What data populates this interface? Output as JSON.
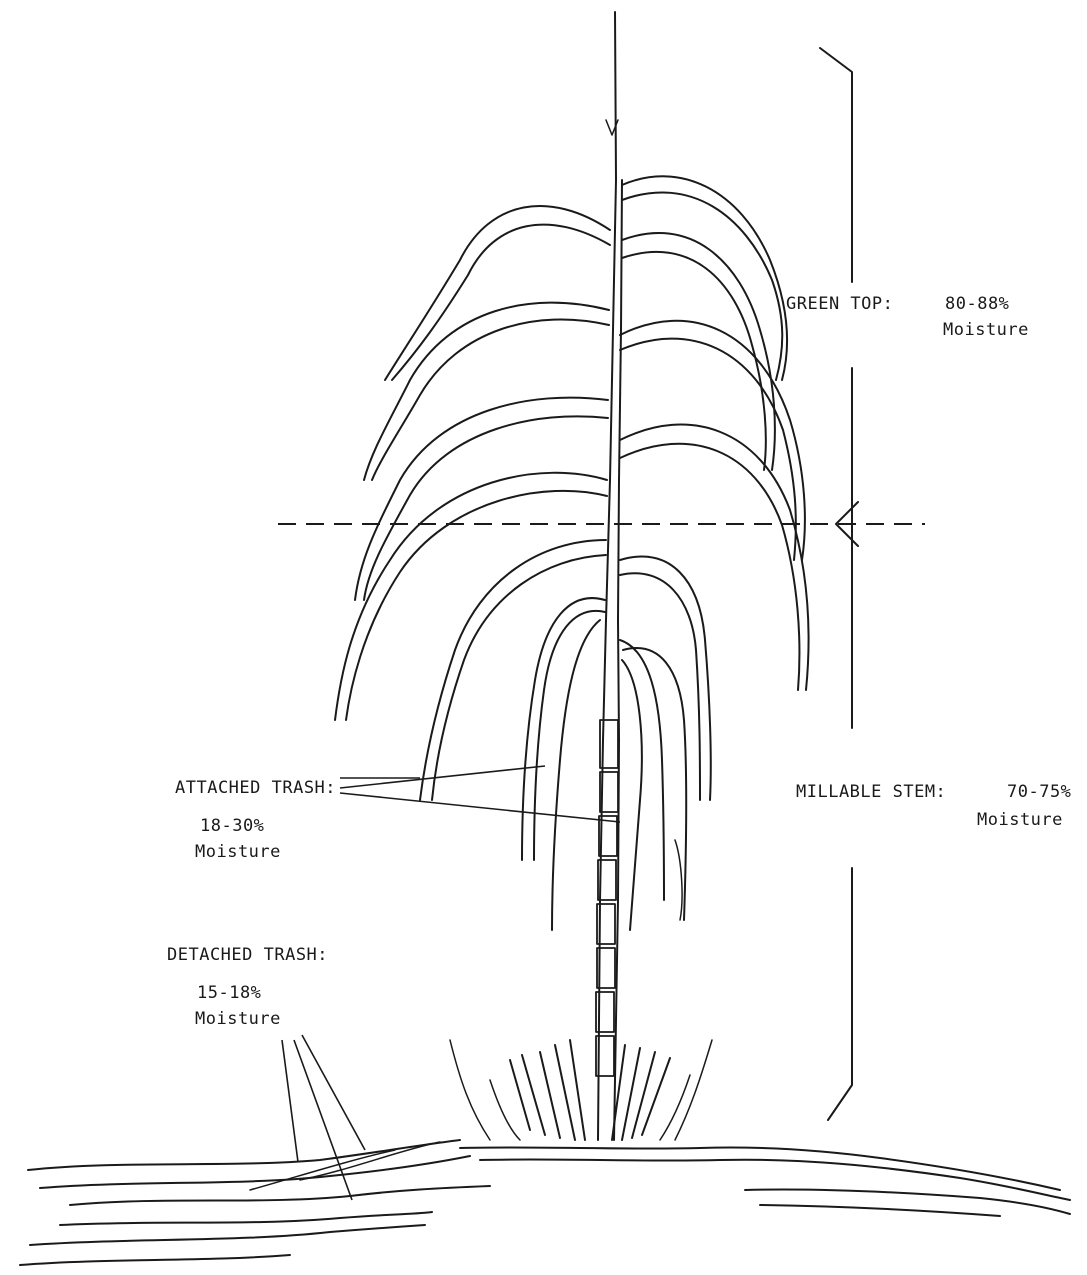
{
  "labels": {
    "green_top": {
      "name": "GREEN TOP:",
      "range": "80-88%",
      "unit": "Moisture"
    },
    "millable_stem": {
      "name": "MILLABLE STEM:",
      "range": "70-75%",
      "unit": "Moisture"
    },
    "attached_trash": {
      "name": "ATTACHED TRASH:",
      "range": "18-30%",
      "unit": "Moisture"
    },
    "detached_trash": {
      "name": "DETACHED TRASH:",
      "range": "15-18%",
      "unit": "Moisture"
    }
  },
  "colors": {
    "ink": "#1a1a1a",
    "background": "#ffffff"
  }
}
